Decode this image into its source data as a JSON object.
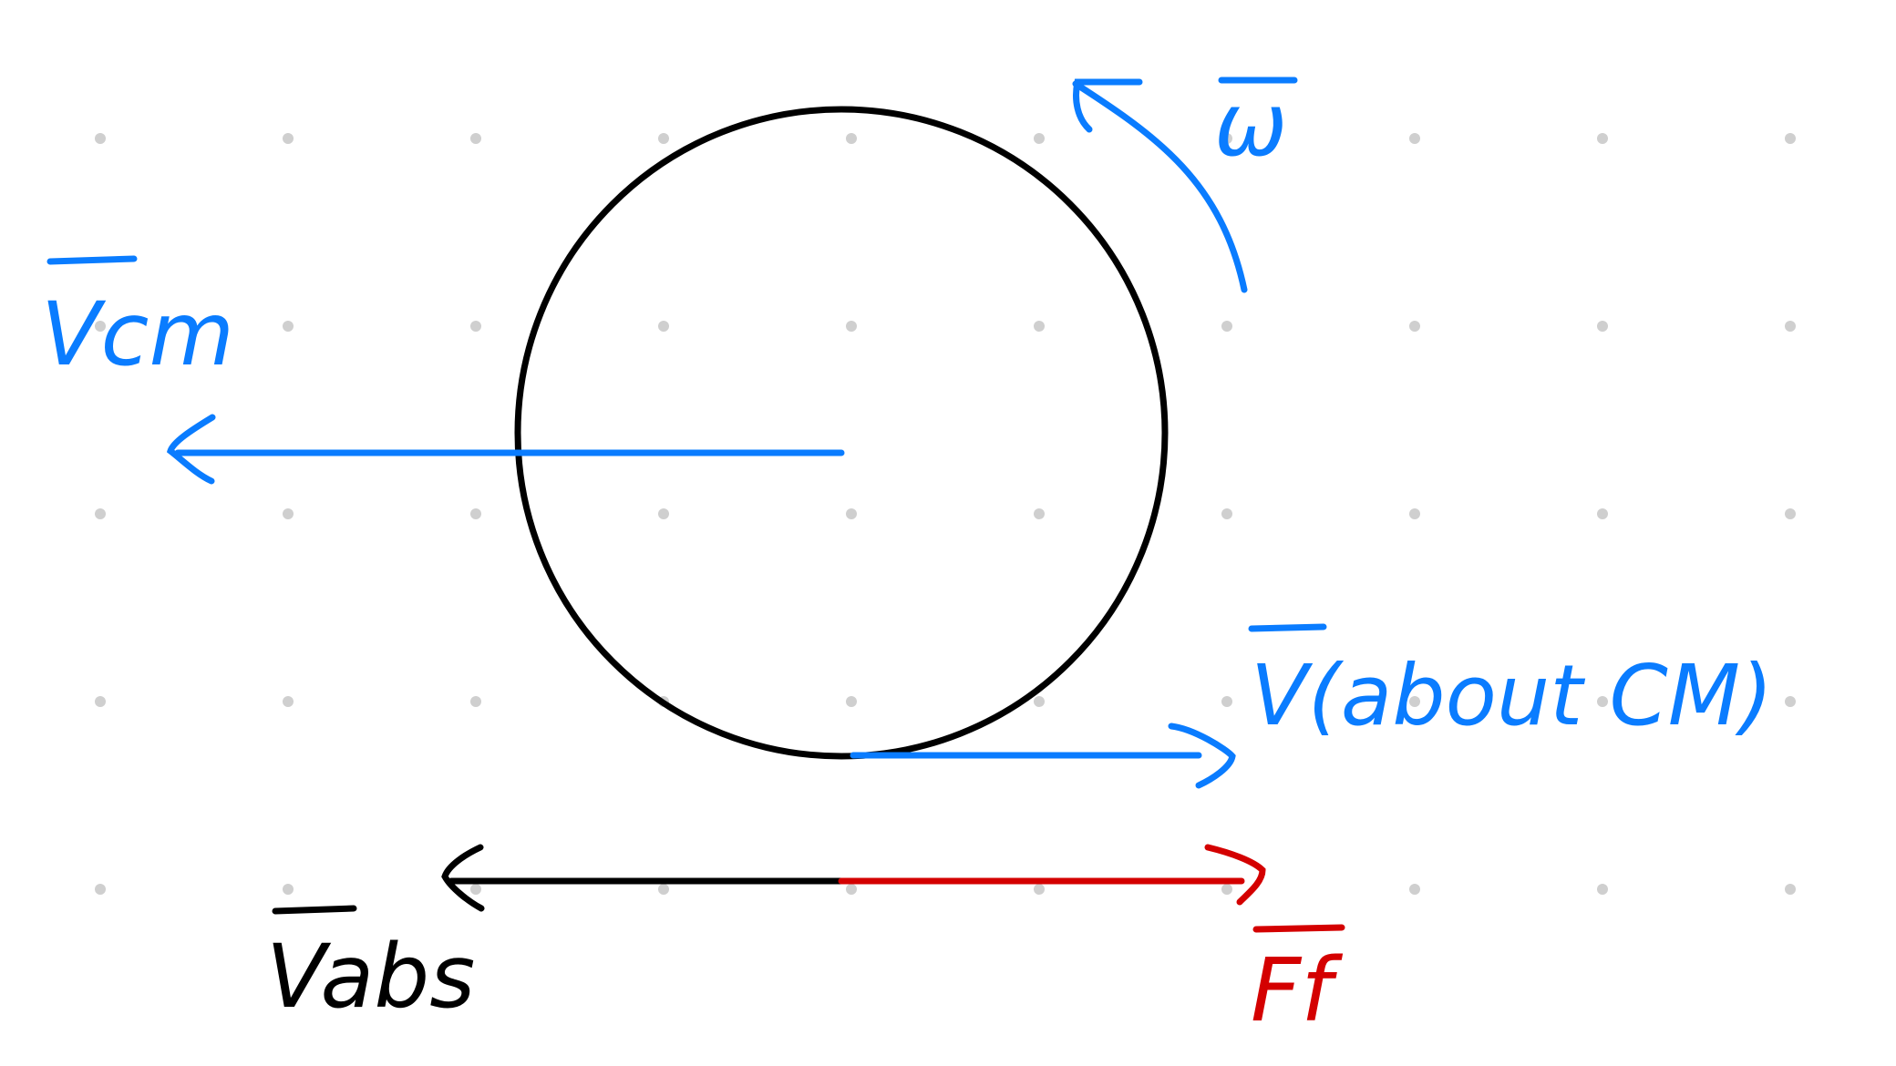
{
  "colors": {
    "blue": "#0a7cff",
    "black": "#000000",
    "red": "#d40000",
    "grid_dot": "#cfcfcf"
  },
  "labels": {
    "omega": "ω",
    "v_cm": "Vcm",
    "v_about_cm": "V(about CM)",
    "v_abs": "Vabs",
    "f_f": "Ff"
  }
}
